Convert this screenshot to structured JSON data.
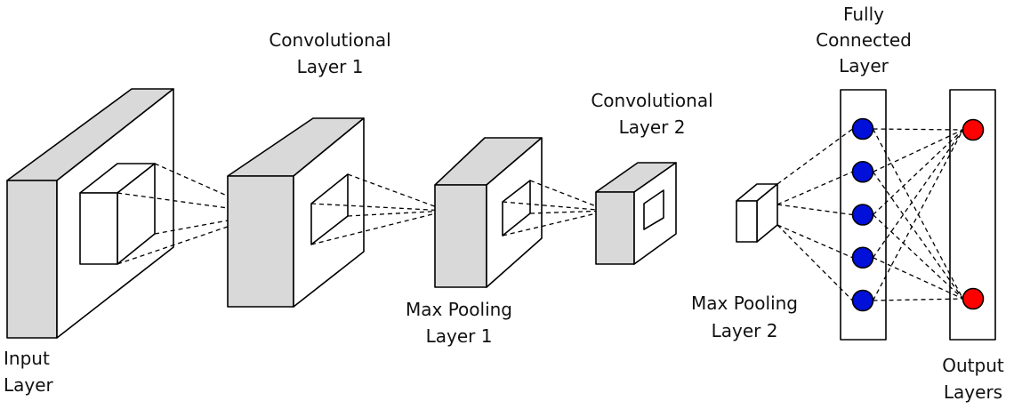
{
  "labels": {
    "input_layer": [
      "Input",
      "Layer"
    ],
    "conv_layer_1": [
      "Convolutional",
      "Layer 1"
    ],
    "max_pool_1": [
      "Max Pooling",
      "Layer 1"
    ],
    "conv_layer_2": [
      "Convolutional",
      "Layer 2"
    ],
    "max_pool_2": [
      "Max Pooling",
      "Layer 2"
    ],
    "fully_connected": [
      "Fully",
      "Connected",
      "Layer"
    ],
    "output_layers": [
      "Output",
      "Layers"
    ]
  },
  "colors": {
    "layer_face": "#ffffff",
    "layer_side": "#d9d9d9",
    "fc_node": "#0010d8",
    "output_node": "#ff0000",
    "line": "#000000"
  },
  "network": {
    "fully_connected_nodes": 5,
    "output_nodes": 2
  }
}
